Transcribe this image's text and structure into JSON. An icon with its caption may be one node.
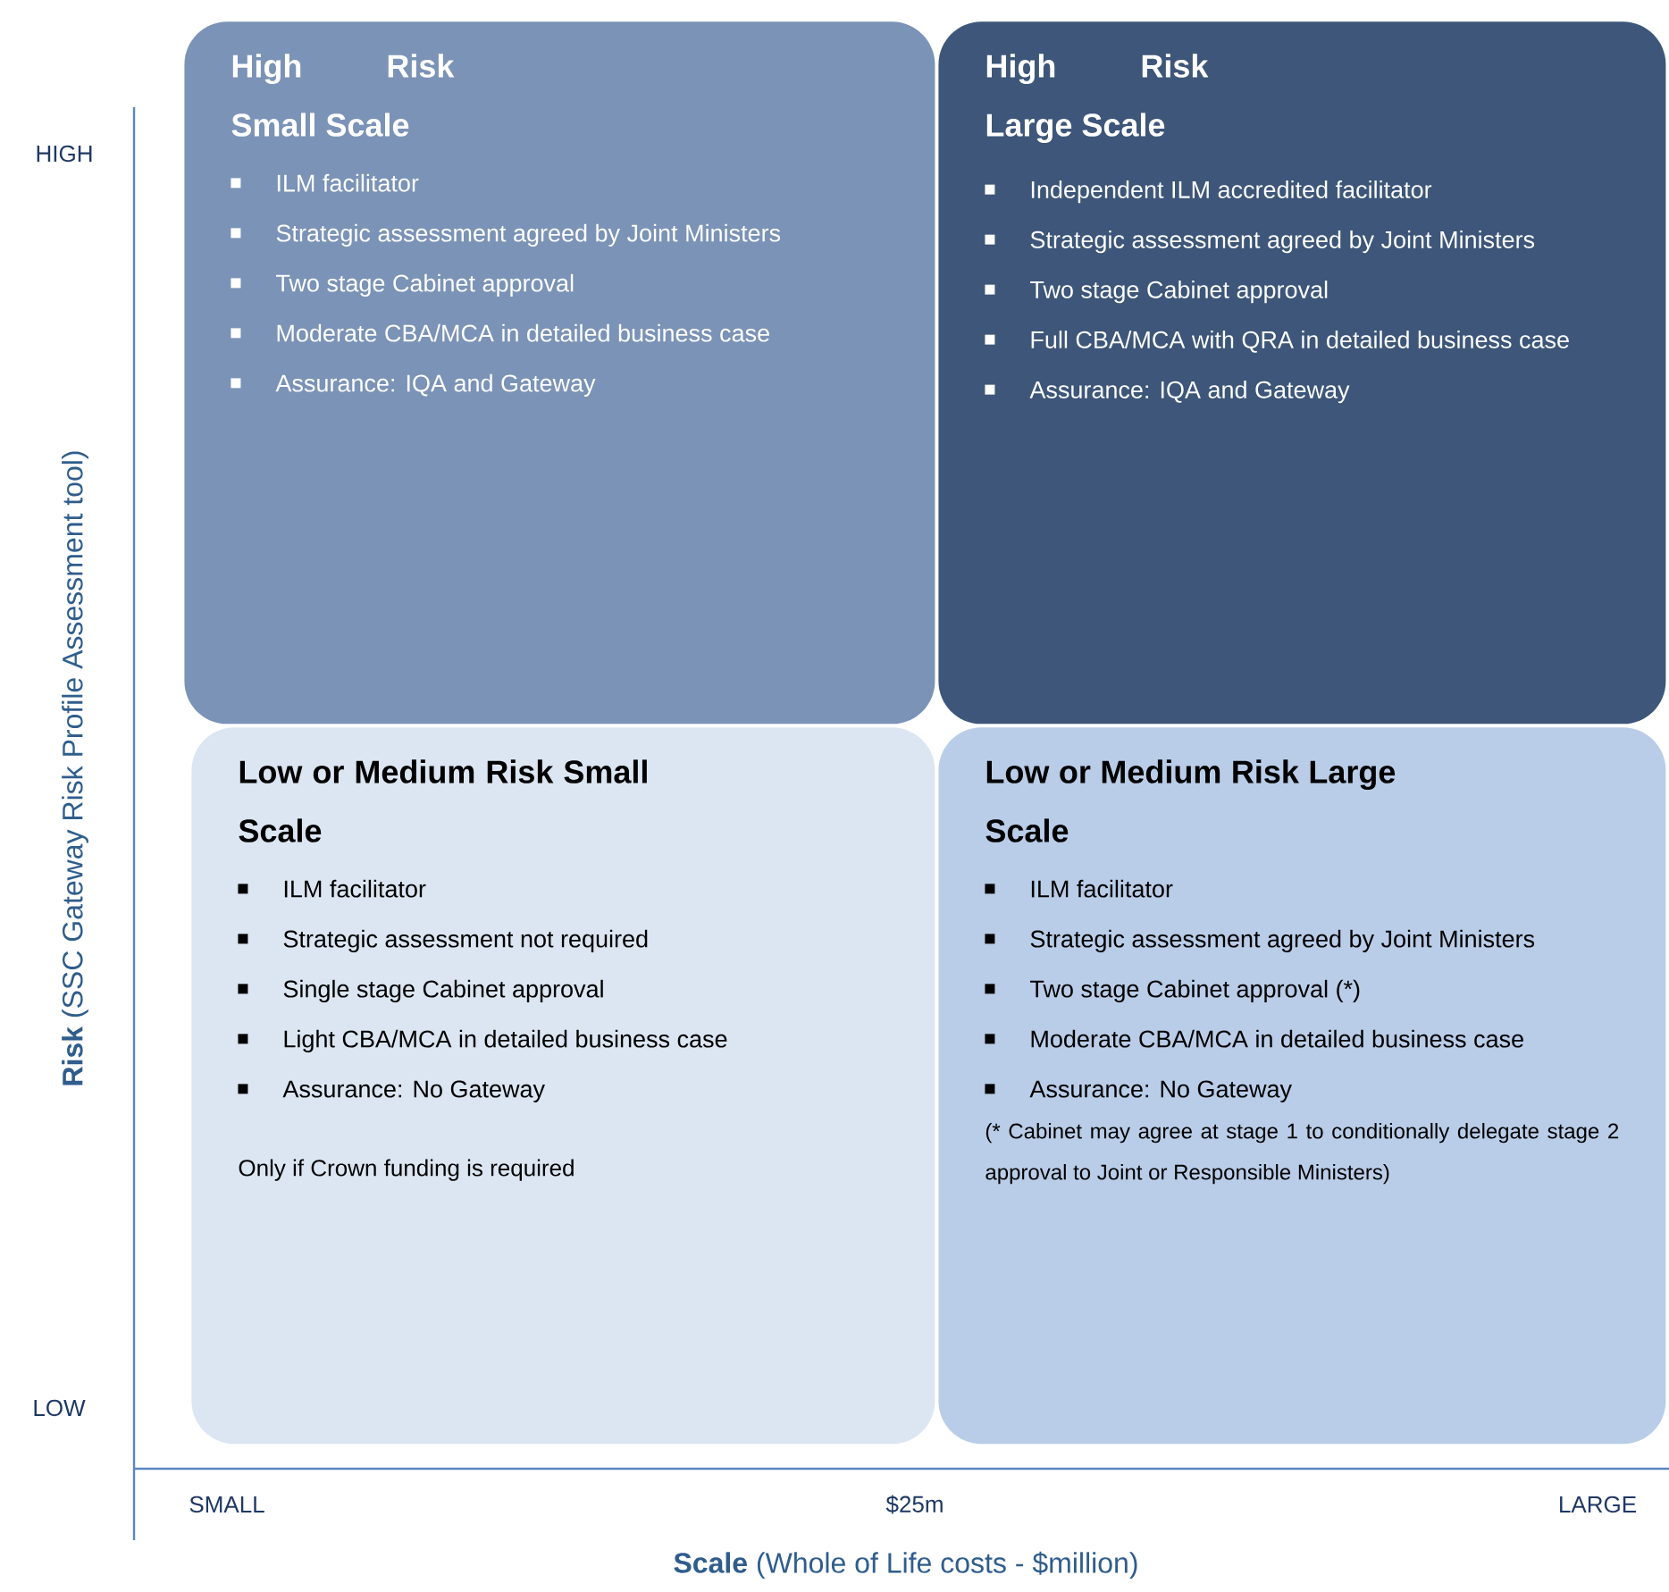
{
  "diagram": {
    "nodes": [
      {
        "text": [
          "High Risk Small Scale",
          "ILM facilitator",
          "Strategic assessment agreed by Joint Ministers",
          "Two stage Cabinet approval",
          "Moderate CBA/MCA in detailed business case",
          "Assurance: IQA and Gateway"
        ]
      },
      {
        "text": [
          "High Risk Large Scale",
          "Independent ILM accredited facilitator",
          "Strategic assessment agreed by Joint Ministers",
          "Two stage Cabinet approval",
          "Full CBA/MCA with QRA in detailed business case",
          "Assurance: IQA and Gateway"
        ]
      },
      {
        "text": [
          "Low or Medium Risk Small Scale",
          "ILM facilitator",
          "Strategic assessment not required",
          "Single stage Cabinet approval",
          "Light CBA/MCA in detailed business case",
          "Assurance: No Gateway",
          "Only if Crown funding is required"
        ]
      },
      {
        "text": [
          "Low or Medium Risk Large Scale",
          "ILM facilitator",
          "Strategic assessment agreed by Joint Ministers",
          "Two stage Cabinet approval (*)",
          "Moderate CBA/MCA in detailed business case",
          "Assurance: No Gateway",
          "(* Cabinet may agree at stage 1 to conditionally delegate stage 2 approval to Joint or Responsible Ministers)"
        ]
      }
    ],
    "labels": [
      "HIGH",
      "**Risk** (SSC Gateway Risk Profile Assessment tool)",
      "LOW",
      "SMALL",
      "$25m",
      "LARGE",
      "**Scale** (Whole of Life costs - $million)"
    ]
  }
}
